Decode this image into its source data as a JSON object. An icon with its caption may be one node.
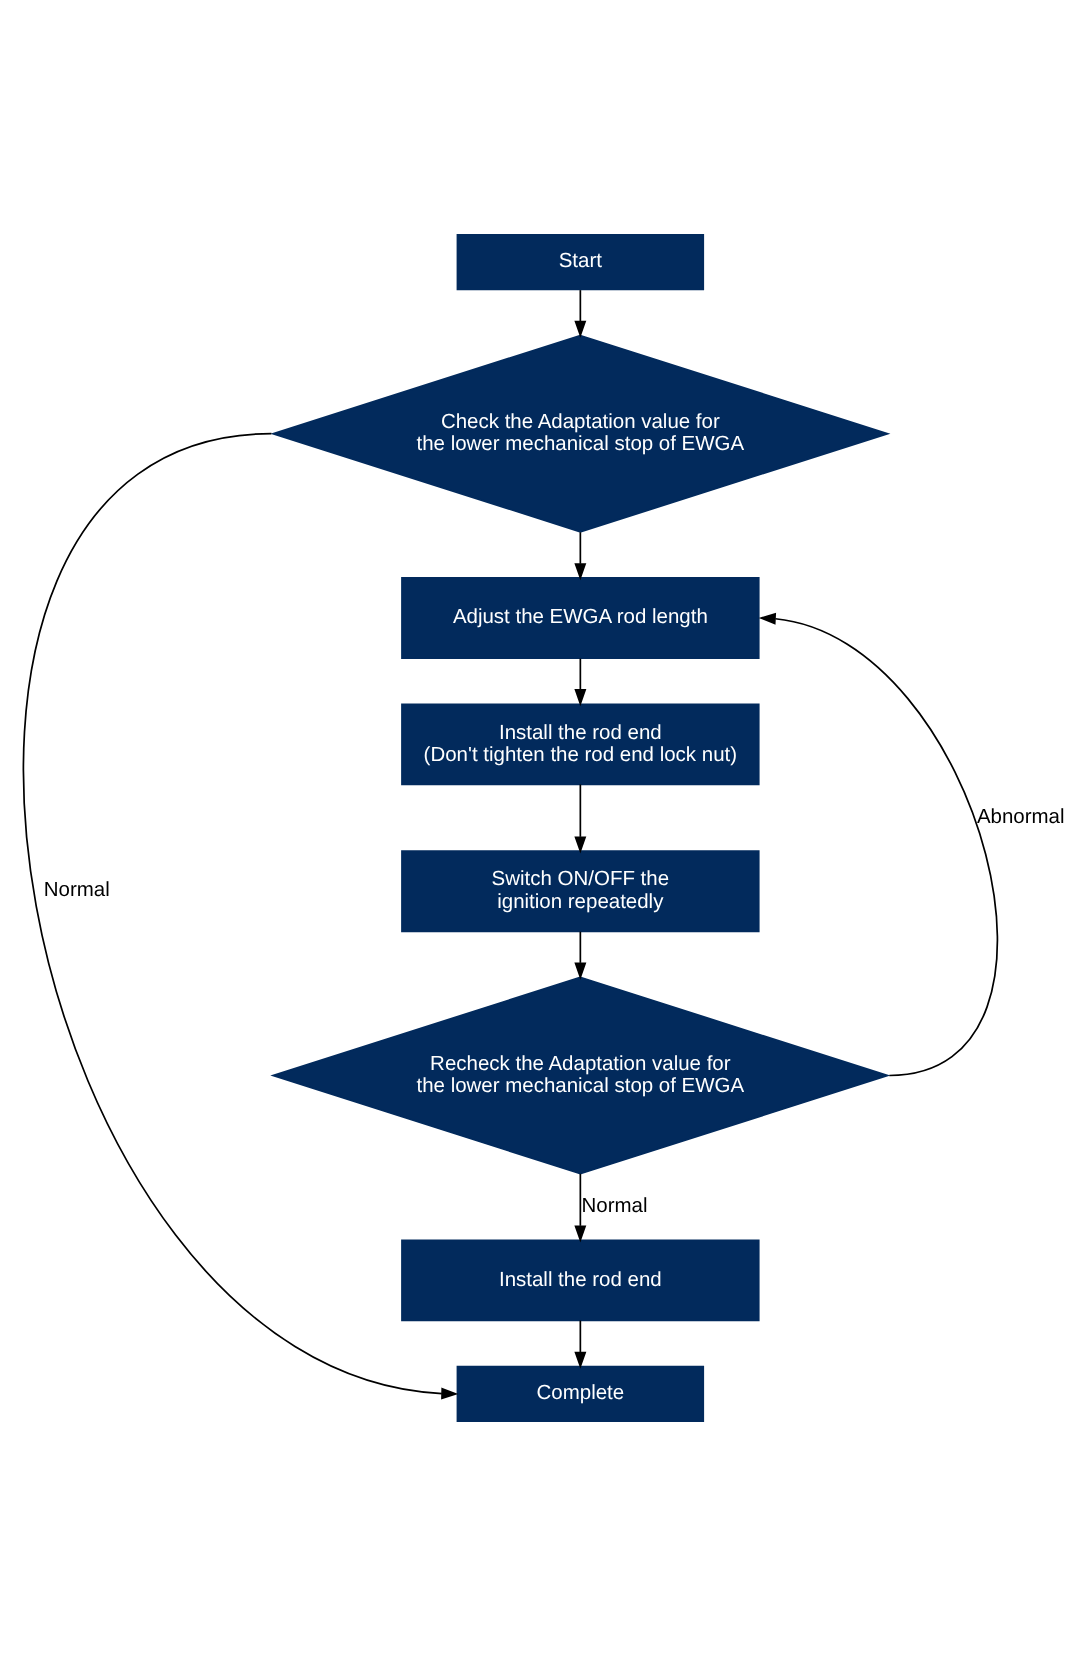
{
  "diagram": {
    "nodes": [
      {
        "text": [
          "Start"
        ]
      },
      {
        "text": [
          "Check the Adaptation value for the lower mechanical stop of EWGA"
        ]
      },
      {
        "text": [
          "Adjust the EWGA rod length"
        ]
      },
      {
        "text": [
          "Install the rod end",
          "(Don't tighten the rod end lock nut)"
        ]
      },
      {
        "text": [
          "Switch ON/OFF the ignition repeatedly"
        ]
      },
      {
        "text": [
          "Recheck the Adaptation value for the lower mechanical stop of EWGA"
        ]
      },
      {
        "text": [
          "Install the rod end"
        ]
      },
      {
        "text": [
          "Complete"
        ]
      }
    ],
    "edges": [
      {
        "from": 0,
        "to": 1,
        "arrow": "to"
      },
      {
        "from": 1,
        "to": 2,
        "arrow": "to"
      },
      {
        "from": 1,
        "to": 7,
        "arrow": "to",
        "label": "Normal"
      },
      {
        "from": 2,
        "to": 3,
        "arrow": "to"
      },
      {
        "from": 3,
        "to": 4,
        "arrow": "to"
      },
      {
        "from": 4,
        "to": 5,
        "arrow": "to"
      },
      {
        "from": 5,
        "to": 2,
        "arrow": "to",
        "label": "Abnormal"
      },
      {
        "from": 5,
        "to": 6,
        "arrow": "to",
        "label": "Normal"
      },
      {
        "from": 6,
        "to": 7,
        "arrow": "to"
      }
    ]
  }
}
